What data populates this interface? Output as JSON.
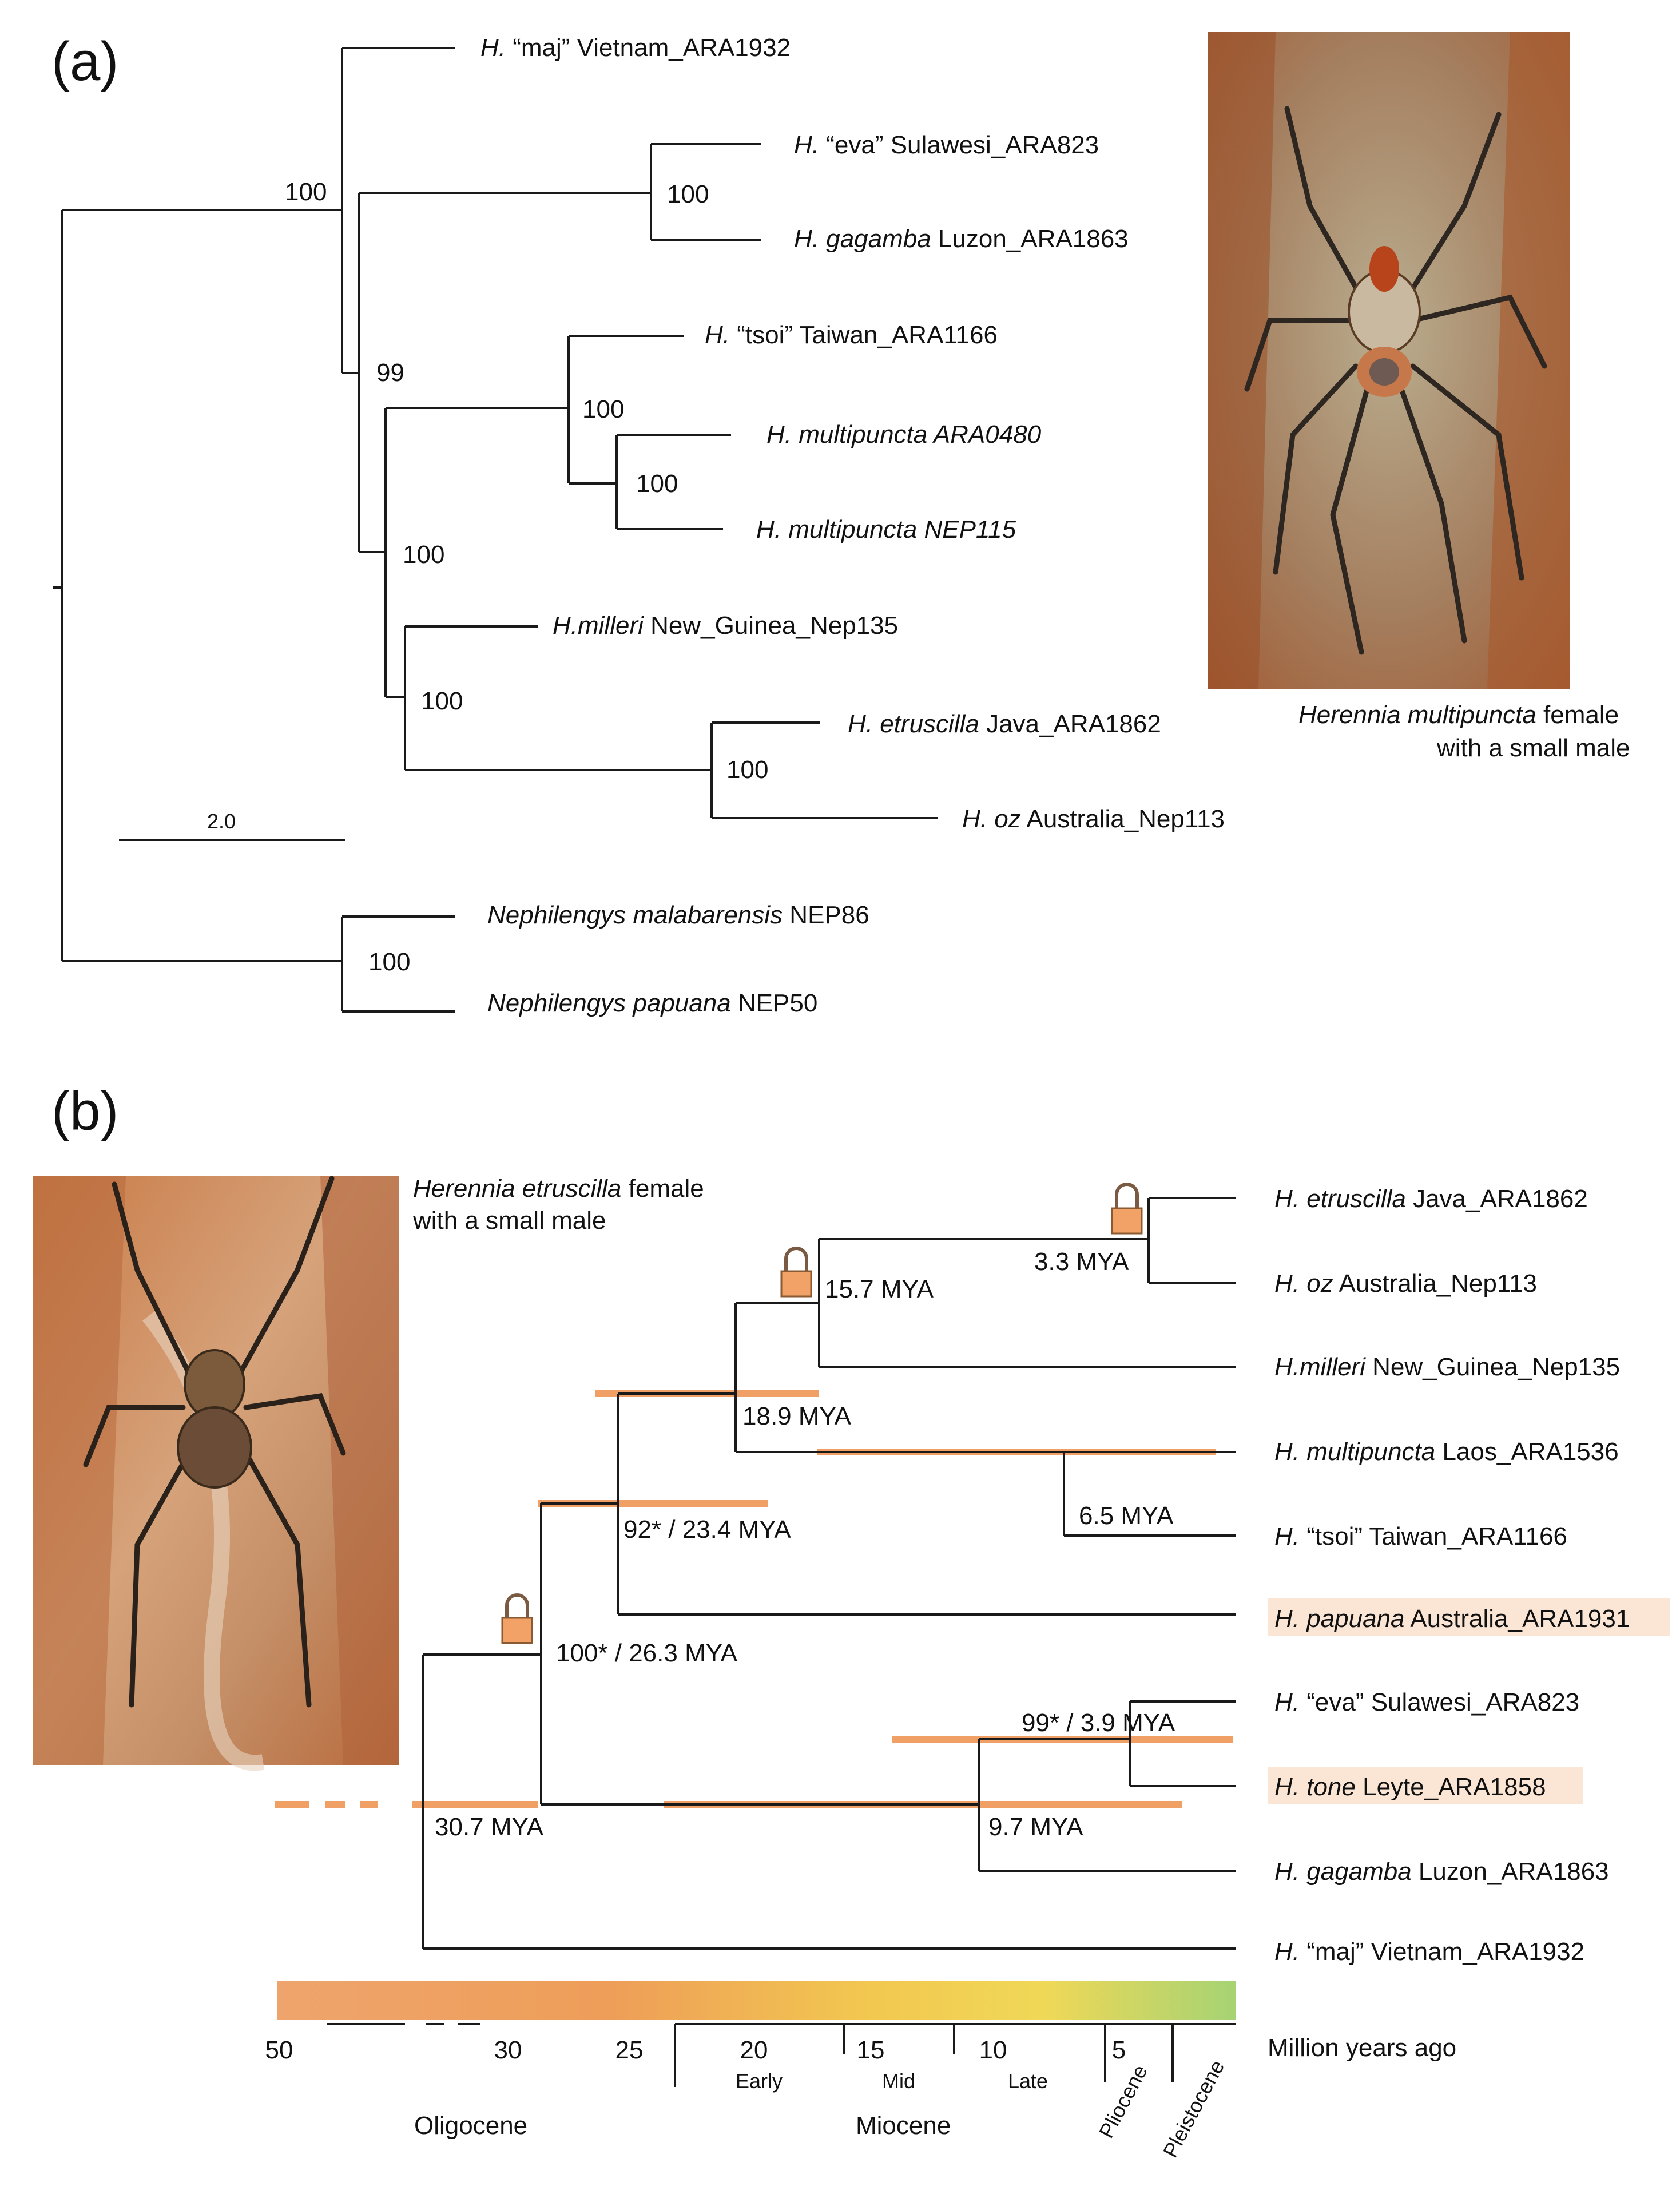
{
  "panel_a": {
    "label": "(a)",
    "scale_label": "2.0",
    "taxa": [
      {
        "italic": "H.",
        "rest": " “maj” Vietnam_ARA1932"
      },
      {
        "italic": "H.",
        "rest": " “eva” Sulawesi_ARA823"
      },
      {
        "italic": "H. gagamba",
        "rest": " Luzon_ARA1863"
      },
      {
        "italic": "H.",
        "rest": " “tsoi” Taiwan_ARA1166"
      },
      {
        "italic": "H. multipuncta ARA0480",
        "rest": ""
      },
      {
        "italic": "H. multipuncta NEP115",
        "rest": ""
      },
      {
        "italic": "H.milleri",
        "rest": " New_Guinea_Nep135"
      },
      {
        "italic": "H. etruscilla",
        "rest": " Java_ARA1862"
      },
      {
        "italic": "H. oz",
        "rest": " Australia_Nep113"
      },
      {
        "italic": "Nephilengys malabarensis",
        "rest": " NEP86"
      },
      {
        "italic": "Nephilengys papuana",
        "rest": " NEP50"
      }
    ],
    "supports": [
      "100",
      "100",
      "99",
      "100",
      "100",
      "100",
      "100",
      "100",
      "100"
    ],
    "photo_caption": {
      "italic": "Herennia multipuncta",
      "line1_rest": " female",
      "line2": "with a small male"
    }
  },
  "panel_b": {
    "label": "(b)",
    "taxa": [
      {
        "italic": "H. etruscilla",
        "rest": " Java_ARA1862",
        "highlight": false
      },
      {
        "italic": "H. oz",
        "rest": " Australia_Nep113",
        "highlight": false
      },
      {
        "italic": "H.milleri",
        "rest": " New_Guinea_Nep135",
        "highlight": false
      },
      {
        "italic": "H. multipuncta",
        "rest": " Laos_ARA1536",
        "highlight": false
      },
      {
        "italic": "H.",
        "rest": " “tsoi” Taiwan_ARA1166",
        "highlight": false
      },
      {
        "italic": "H. papuana",
        "rest": " Australia_ARA1931",
        "highlight": true
      },
      {
        "italic": "H.",
        "rest": " “eva” Sulawesi_ARA823",
        "highlight": false
      },
      {
        "italic": "H. tone",
        "rest": " Leyte_ARA1858",
        "highlight": true
      },
      {
        "italic": "H. gagamba",
        "rest": " Luzon_ARA1863",
        "highlight": false
      },
      {
        "italic": "H.",
        "rest": " “maj” Vietnam_ARA1932",
        "highlight": false
      }
    ],
    "node_labels": [
      "3.3 MYA",
      "15.7 MYA",
      "18.9 MYA",
      "6.5 MYA",
      "92* / 23.4 MYA",
      "100* / 26.3 MYA",
      "99* / 3.9 MYA",
      "9.7 MYA",
      "30.7 MYA"
    ],
    "photo_caption": {
      "italic": "Herennia etruscilla",
      "line1_rest": " female",
      "line2": "with a small male"
    },
    "axis": {
      "title": "Million years ago",
      "ticks": [
        "50",
        "30",
        "25",
        "20",
        "15",
        "10",
        "5"
      ],
      "ticks_values": [
        50,
        30,
        25,
        20,
        15,
        10,
        5
      ],
      "epochs": [
        "Oligocene",
        "Miocene",
        "Pliocene",
        "Pleistocene"
      ],
      "sub_epochs": [
        "Early",
        "Mid",
        "Late"
      ]
    },
    "colors": {
      "bar": "#f0a064",
      "highlight": "#fbe6d6",
      "lock": "#f2a266"
    }
  }
}
